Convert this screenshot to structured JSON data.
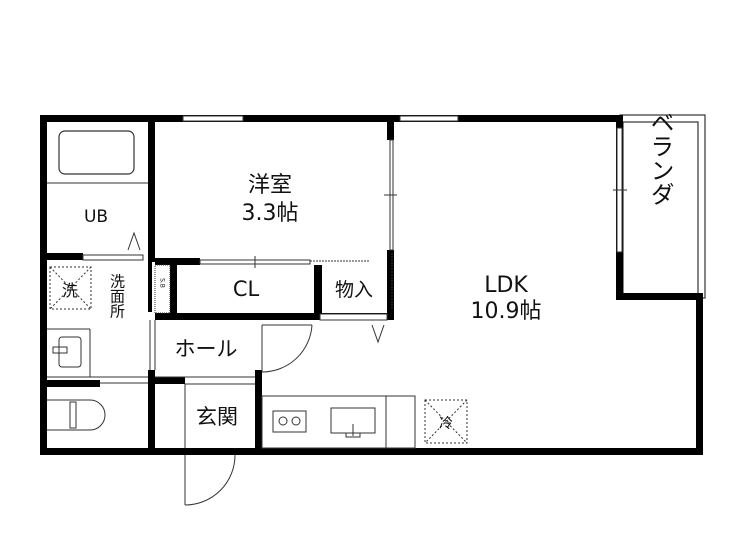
{
  "rooms": {
    "western": {
      "name": "洋室",
      "size": "3.3帖"
    },
    "ldk": {
      "name": "LDK",
      "size": "10.9帖"
    },
    "ub": "UB",
    "closet": "CL",
    "storage": "物入",
    "hall": "ホール",
    "entrance": "玄関",
    "washroom": "洗面所",
    "balcony": "ベランダ",
    "washer": "洗",
    "fridge": "冷",
    "shoe": "S.B"
  },
  "colors": {
    "wall": "#000000",
    "line": "#333333"
  }
}
